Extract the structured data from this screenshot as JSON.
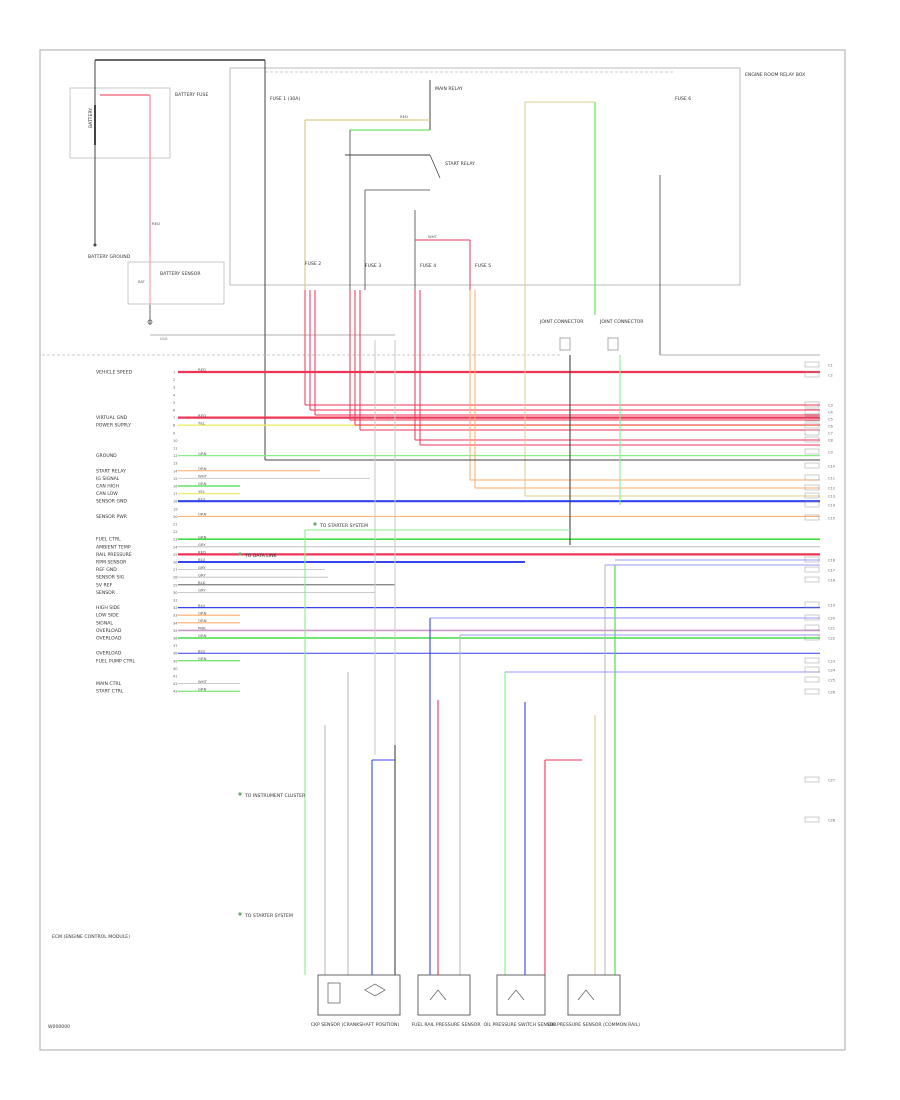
{
  "diagram": {
    "footer_id": "W000000",
    "battery": {
      "battery_label": "BATTERY",
      "fuse_label": "BATTERY FUSE",
      "sensor_label": "BATTERY SENSOR",
      "ground_label": "BATTERY GROUND",
      "sensor_pin": "BAT",
      "wire": "RED",
      "tag": "G10"
    },
    "fuse_box": {
      "title": "ENGINE ROOM RELAY BOX",
      "fuse_a": "FUSE 1 (30A)",
      "relay_a": "MAIN RELAY",
      "relay_b": "START RELAY",
      "fuse_b": "FUSE 2",
      "fuse_c": "FUSE 3",
      "fuse_d": "FUSE 4",
      "fuse_e": "FUSE 5",
      "fuse_f": "FUSE 6",
      "wire_a": "RED",
      "wire_b": "WHT"
    },
    "joint_labels": [
      "JOINT CONNECTOR",
      "JOINT CONNECTOR"
    ],
    "ecm": {
      "label": "ECM (ENGINE CONTROL MODULE)",
      "pins": [
        {
          "name": "VEHICLE SPEED",
          "num": "1",
          "color": "RED"
        },
        {
          "name": "",
          "num": "2",
          "color": ""
        },
        {
          "name": "",
          "num": "3",
          "color": ""
        },
        {
          "name": "",
          "num": "4",
          "color": ""
        },
        {
          "name": "",
          "num": "5",
          "color": ""
        },
        {
          "name": "",
          "num": "6",
          "color": ""
        },
        {
          "name": "VIRTUAL GND",
          "num": "7",
          "color": "RED"
        },
        {
          "name": "POWER SUPPLY",
          "num": "8",
          "color": "YEL"
        },
        {
          "name": "",
          "num": "9",
          "color": ""
        },
        {
          "name": "",
          "num": "10",
          "color": ""
        },
        {
          "name": "",
          "num": "11",
          "color": ""
        },
        {
          "name": "GROUND",
          "num": "12",
          "color": "GRN"
        },
        {
          "name": "",
          "num": "13",
          "color": ""
        },
        {
          "name": "START RELAY",
          "num": "14",
          "color": "ORN"
        },
        {
          "name": "IG SIGNAL",
          "num": "15",
          "color": "WHT"
        },
        {
          "name": "CAN HIGH",
          "num": "16",
          "color": "GRN"
        },
        {
          "name": "CAN LOW",
          "num": "17",
          "color": "YEL"
        },
        {
          "name": "SENSOR GND",
          "num": "18",
          "color": "BLU"
        },
        {
          "name": "",
          "num": "19",
          "color": ""
        },
        {
          "name": "SENSOR PWR",
          "num": "20",
          "color": "ORN"
        },
        {
          "name": "",
          "num": "21",
          "color": ""
        },
        {
          "name": "",
          "num": "22",
          "color": ""
        },
        {
          "name": "FUEL CTRL",
          "num": "23",
          "color": "GRN"
        },
        {
          "name": "AMBIENT TEMP",
          "num": "24",
          "color": "GRY"
        },
        {
          "name": "RAIL PRESSURE",
          "num": "25",
          "color": "RED"
        },
        {
          "name": "RPM SENSOR",
          "num": "26",
          "color": "BLU"
        },
        {
          "name": "REF GND",
          "num": "27",
          "color": "GRY"
        },
        {
          "name": "SENSOR SIG",
          "num": "28",
          "color": "GRY"
        },
        {
          "name": "5V REF",
          "num": "29",
          "color": "BLK"
        },
        {
          "name": "SENSOR",
          "num": "30",
          "color": "GRY"
        },
        {
          "name": "",
          "num": "31",
          "color": ""
        },
        {
          "name": "HIGH SIDE",
          "num": "32",
          "color": "BLU"
        },
        {
          "name": "LOW SIDE",
          "num": "33",
          "color": "ORN"
        },
        {
          "name": "SIGNAL",
          "num": "34",
          "color": "ORN"
        },
        {
          "name": "OVERLOAD",
          "num": "35",
          "color": "PNK"
        },
        {
          "name": "OVERLOAD",
          "num": "36",
          "color": "GRN"
        },
        {
          "name": "",
          "num": "37",
          "color": ""
        },
        {
          "name": "OVERLOAD",
          "num": "38",
          "color": "BLU"
        },
        {
          "name": "FUEL PUMP CTRL",
          "num": "39",
          "color": "GRN"
        },
        {
          "name": "",
          "num": "40",
          "color": ""
        },
        {
          "name": "",
          "num": "41",
          "color": ""
        },
        {
          "name": "MAIN CTRL",
          "num": "42",
          "color": "WHT"
        },
        {
          "name": "START CTRL",
          "num": "43",
          "color": "GRN"
        }
      ]
    },
    "notes": {
      "start_relay": "TO STARTER SYSTEM",
      "can_a": "TO DATA LINK",
      "can_b": "TO INSTRUMENT CLUSTER",
      "bottom": "TO STARTER SYSTEM"
    },
    "right_labels": [
      "C1",
      "C2",
      "C3",
      "C4",
      "C5",
      "C6",
      "C7",
      "C8",
      "C9",
      "C10",
      "C11",
      "C12",
      "C13",
      "C14",
      "C15",
      "C16",
      "C17",
      "C18",
      "C19",
      "C20",
      "C21",
      "C22",
      "C23",
      "C24",
      "C25",
      "C26",
      "C27",
      "C28"
    ],
    "components": [
      {
        "label": "CKP SENSOR (CRANKSHAFT POSITION)"
      },
      {
        "label": "FUEL RAIL PRESSURE SENSOR"
      },
      {
        "label": "OIL PRESSURE SWITCH SENSOR"
      },
      {
        "label": "OIL PRESSURE SENSOR (COMMON RAIL)"
      }
    ]
  },
  "colors": {
    "red": "#ee3355",
    "pink": "#ff8899",
    "yellow": "#eeee66",
    "green": "#44dd44",
    "lightgreen": "#88ee88",
    "blue": "#3344ee",
    "orange": "#ffaa66",
    "tan": "#ddcc88",
    "gray": "#999999",
    "black": "#444444"
  }
}
